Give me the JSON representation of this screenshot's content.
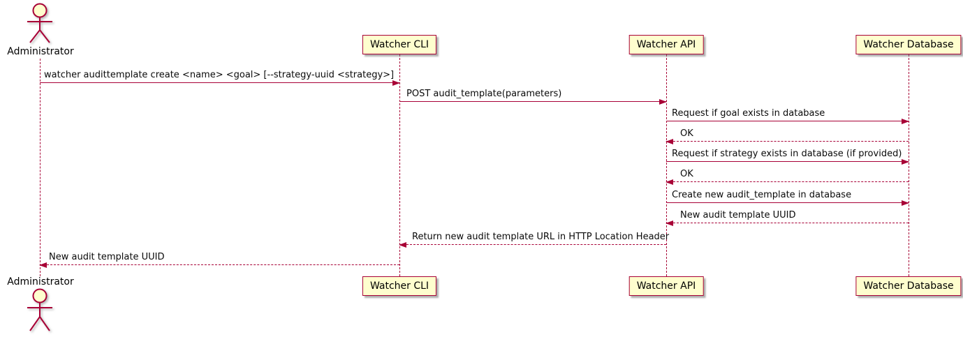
{
  "diagram_type": "plantuml-sequence",
  "colors": {
    "accent": "#A80036",
    "participant_fill": "#FEFECE",
    "text": "#000000",
    "background": "#FFFFFF"
  },
  "actor": {
    "name": "Administrator"
  },
  "participants": [
    {
      "name": "Watcher CLI"
    },
    {
      "name": "Watcher API"
    },
    {
      "name": "Watcher Database"
    }
  ],
  "messages": [
    {
      "from": "Administrator",
      "to": "Watcher CLI",
      "style": "solid",
      "label": "watcher audittemplate create <name> <goal> [--strategy-uuid <strategy>]"
    },
    {
      "from": "Watcher CLI",
      "to": "Watcher API",
      "style": "solid",
      "label": "POST audit_template(parameters)"
    },
    {
      "from": "Watcher API",
      "to": "Watcher Database",
      "style": "solid",
      "label": "Request if goal exists in database"
    },
    {
      "from": "Watcher Database",
      "to": "Watcher API",
      "style": "dashed",
      "label": "OK"
    },
    {
      "from": "Watcher API",
      "to": "Watcher Database",
      "style": "solid",
      "label": "Request if strategy exists in database (if provided)"
    },
    {
      "from": "Watcher Database",
      "to": "Watcher API",
      "style": "dashed",
      "label": "OK"
    },
    {
      "from": "Watcher API",
      "to": "Watcher Database",
      "style": "solid",
      "label": "Create new audit_template in database"
    },
    {
      "from": "Watcher Database",
      "to": "Watcher API",
      "style": "dashed",
      "label": "New audit template UUID"
    },
    {
      "from": "Watcher API",
      "to": "Watcher CLI",
      "style": "dashed",
      "label": "Return new audit template URL in HTTP Location Header"
    },
    {
      "from": "Watcher CLI",
      "to": "Administrator",
      "style": "dashed",
      "label": "New audit template UUID"
    }
  ]
}
